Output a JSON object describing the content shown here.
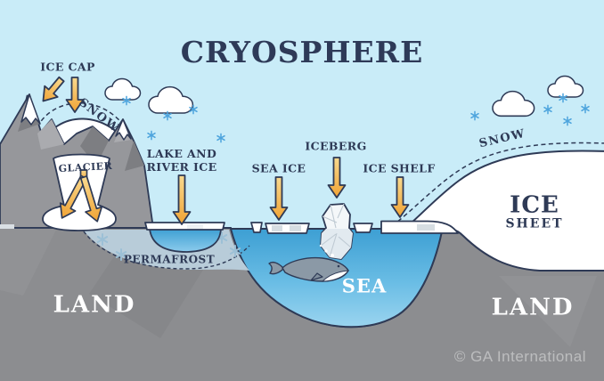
{
  "title": "CRYOSPHERE",
  "watermark": "© GA International",
  "labels": {
    "ice_cap": "ICE CAP",
    "snow_left": "SNOW",
    "glacier": "GLACIER",
    "lake_river_line1": "LAKE AND",
    "lake_river_line2": "RIVER ICE",
    "sea_ice": "SEA ICE",
    "iceberg": "ICEBERG",
    "ice_shelf": "ICE SHELF",
    "snow_right": "SNOW",
    "ice_sheet_line1": "ICE",
    "ice_sheet_line2": "SHEET",
    "permafrost": "PERMAFROST",
    "land_left": "LAND",
    "sea": "SEA",
    "land_right": "LAND"
  },
  "icons": {
    "arrows": "orange down-arrows pointing at each cryosphere element",
    "glacier_flow_arrow": "orange Y-shaped arrow showing glacier flow",
    "clouds": "outlined cartoon clouds",
    "snowflakes": "small blue six-point snowflakes",
    "iceberg": "faceted floating iceberg, larger part underwater",
    "whale": "gray whale swimming in the sea",
    "mountains": "rocky peaks with snow caps"
  },
  "colors": {
    "sky": "#c9ecf8",
    "outline": "#2e3a56",
    "land": "#8c8d90",
    "sea_top": "#3d9fd3",
    "sea_bottom": "#9ad4ef",
    "ice": "#ffffff",
    "ice_shadow": "#d6dde2",
    "permafrost": "#b8ccd9",
    "arrow": "#f2a93b",
    "arrow_light": "#f9d98e",
    "snowflake": "#4da4dd",
    "whale": "#8b99a6",
    "label_dark": "#2e3a56",
    "label_light": "#ffffff",
    "watermark": "#aeb1b3"
  }
}
